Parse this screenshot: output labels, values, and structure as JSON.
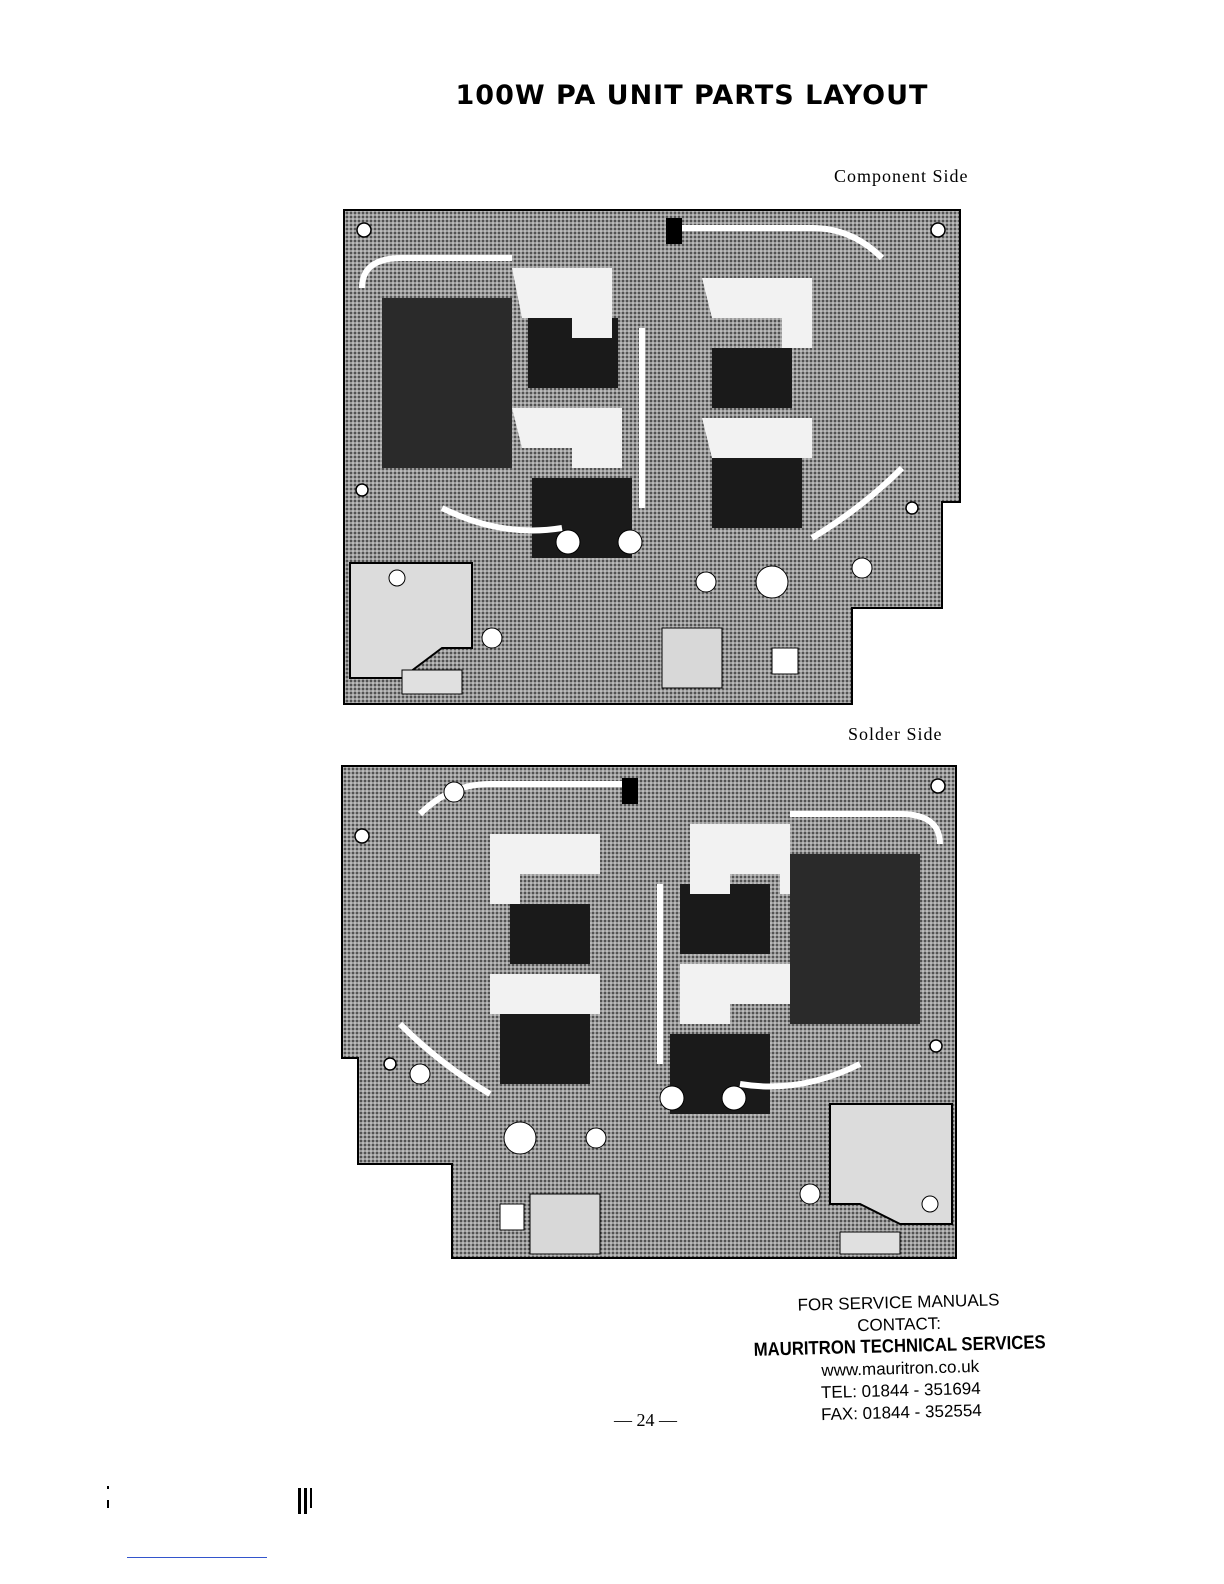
{
  "title": "100W PA UNIT PARTS LAYOUT",
  "boards": [
    {
      "caption": "Component Side"
    },
    {
      "caption": "Solder Side"
    }
  ],
  "contact": {
    "line1": "FOR SERVICE MANUALS",
    "line2": "CONTACT:",
    "company": "MAURITRON TECHNICAL SERVICES",
    "website": "www.mauritron.co.uk",
    "tel": "TEL: 01844 - 351694",
    "fax": "FAX: 01844 - 352554"
  },
  "page_number": "— 24 —"
}
